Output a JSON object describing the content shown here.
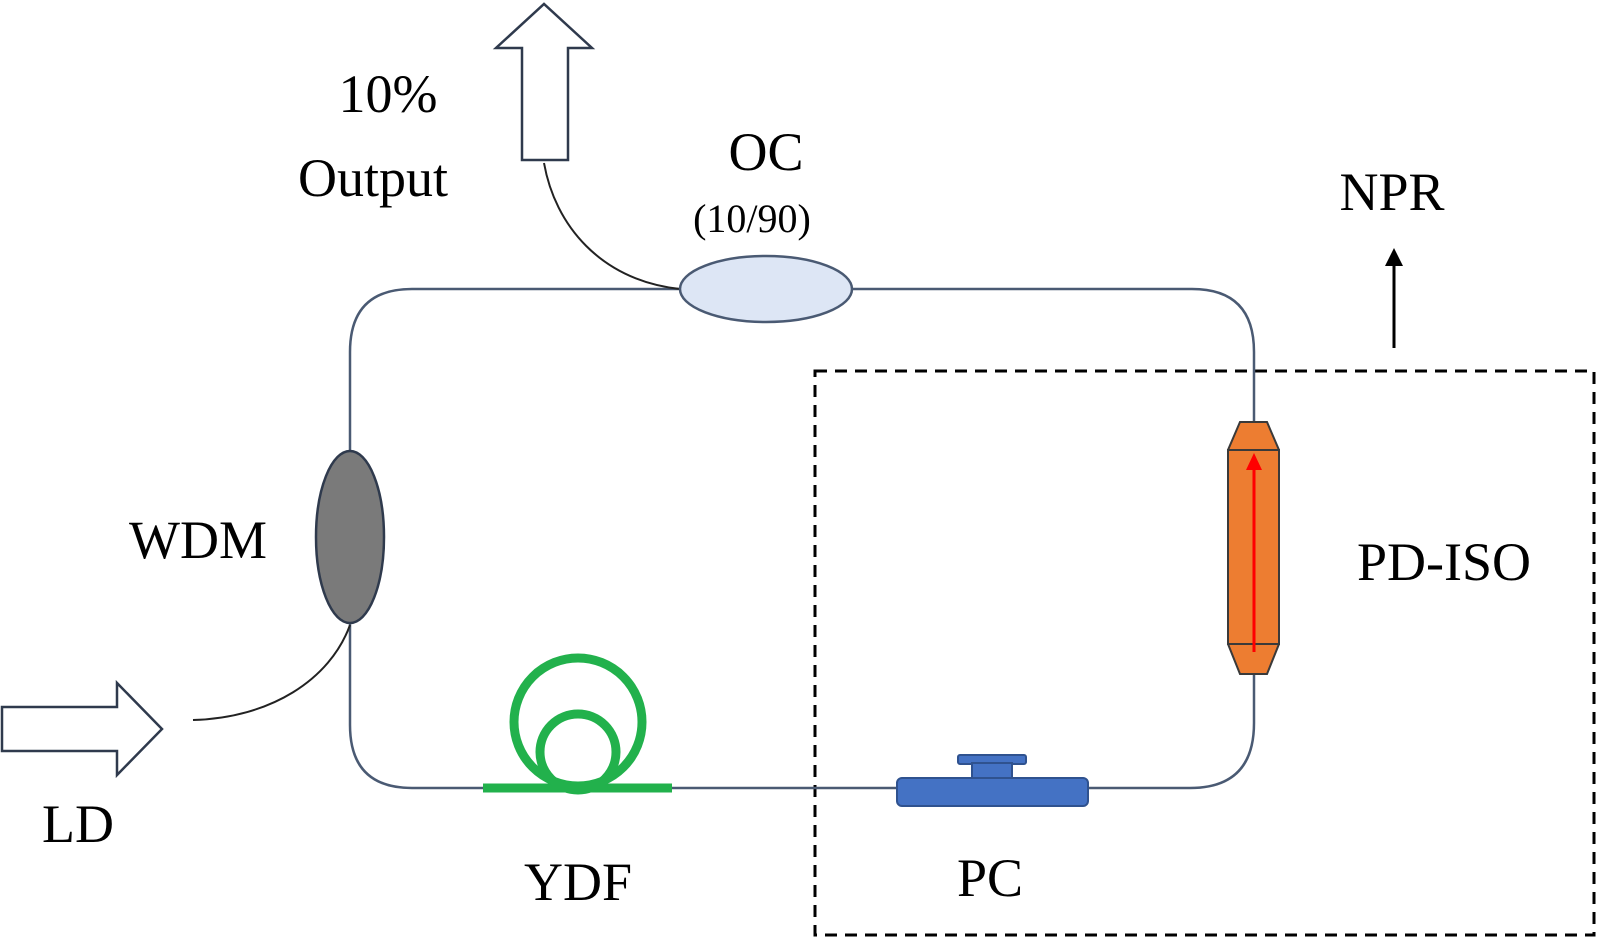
{
  "labels": {
    "output_percent": "10%",
    "output_word": "Output",
    "oc_name": "OC",
    "oc_ratio": "(10/90)",
    "npr": "NPR",
    "wdm": "WDM",
    "pd_iso": "PD-ISO",
    "ld": "LD",
    "ydf": "YDF",
    "pc": "PC"
  },
  "colors": {
    "fiber": "#4a5a73",
    "oc_fill": "#dde6f5",
    "oc_stroke": "#4a5a73",
    "wdm_fill": "#7a7a7a",
    "wdm_stroke": "#2f3a4d",
    "ydf": "#22b14c",
    "pc_fill": "#4472c4",
    "pc_stroke": "#2f528f",
    "iso_fill": "#ed7d31",
    "iso_stroke": "#3a3a3a",
    "iso_arrow": "#ff0000",
    "dash_box": "#000000"
  },
  "icons": {
    "output_arrow": "hollow-up-arrow-icon",
    "pump_arrow": "hollow-right-arrow-icon",
    "npr_arrow": "up-arrow-icon"
  }
}
